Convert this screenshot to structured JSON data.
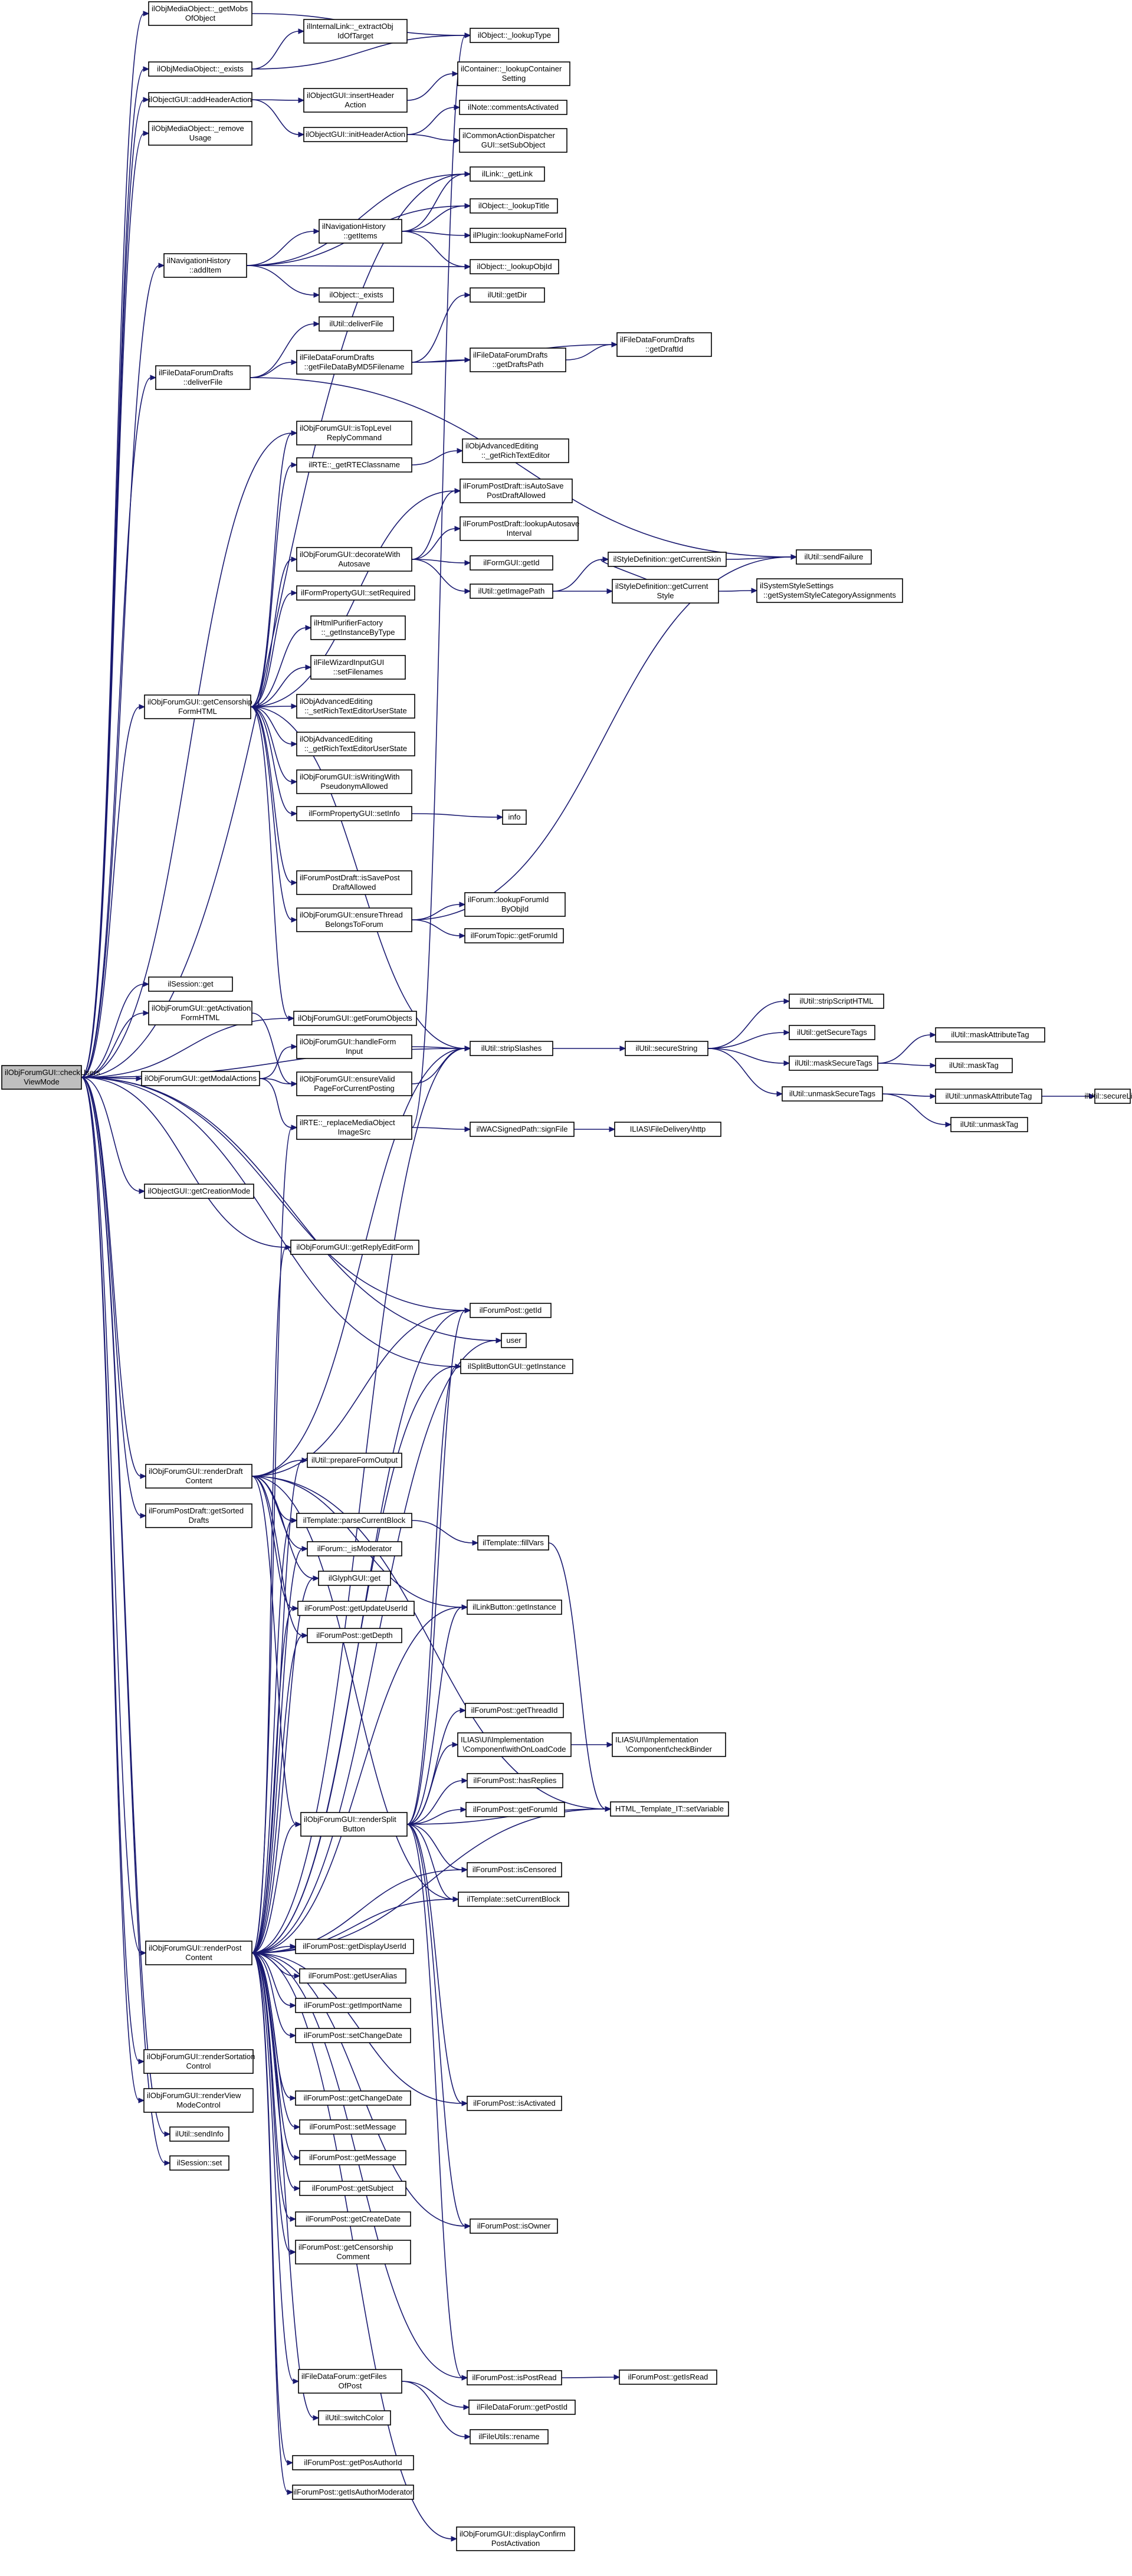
{
  "diagram": {
    "edge_color": "#191970",
    "node_border": "#000000",
    "root_fill": "#bfbfbf",
    "nodes": [
      {
        "id": "root",
        "lines": [
          "ilObjForumGUI::checkUsers",
          "ViewMode"
        ]
      },
      {
        "id": "n1",
        "lines": [
          "ilObjMediaObject::_getMobs",
          "OfObject"
        ]
      },
      {
        "id": "n2",
        "lines": [
          "ilObjMediaObject::_exists"
        ]
      },
      {
        "id": "n3",
        "lines": [
          "ilInternalLink::_extractObj",
          "IdOfTarget"
        ]
      },
      {
        "id": "n4",
        "lines": [
          "ilObject::_lookupType"
        ]
      },
      {
        "id": "n5",
        "lines": [
          "ilObjectGUI::addHeaderAction"
        ]
      },
      {
        "id": "n6",
        "lines": [
          "ilObjectGUI::insertHeader",
          "Action"
        ]
      },
      {
        "id": "n7",
        "lines": [
          "ilContainer::_lookupContainer",
          "Setting"
        ]
      },
      {
        "id": "n8",
        "lines": [
          "ilObjectGUI::initHeaderAction"
        ]
      },
      {
        "id": "n9",
        "lines": [
          "ilNote::commentsActivated"
        ]
      },
      {
        "id": "n10",
        "lines": [
          "ilCommonActionDispatcher",
          "GUI::setSubObject"
        ]
      },
      {
        "id": "n11",
        "lines": [
          "ilObjMediaObject::_remove",
          "Usage"
        ]
      },
      {
        "id": "n12",
        "lines": [
          "ilLink::_getLink"
        ]
      },
      {
        "id": "n13",
        "lines": [
          "ilObject::_lookupTitle"
        ]
      },
      {
        "id": "n14",
        "lines": [
          "ilNavigationHistory",
          "::getItems"
        ]
      },
      {
        "id": "n15",
        "lines": [
          "ilPlugin::lookupNameForId"
        ]
      },
      {
        "id": "n16",
        "lines": [
          "ilNavigationHistory",
          "::addItem"
        ]
      },
      {
        "id": "n17",
        "lines": [
          "ilObject::_lookupObjId"
        ]
      },
      {
        "id": "n18",
        "lines": [
          "ilObject::_exists"
        ]
      },
      {
        "id": "n19",
        "lines": [
          "ilUtil::deliverFile"
        ]
      },
      {
        "id": "n20",
        "lines": [
          "ilUtil::getDir"
        ]
      },
      {
        "id": "n21",
        "lines": [
          "ilFileDataForumDrafts",
          "::deliverFile"
        ]
      },
      {
        "id": "n22",
        "lines": [
          "ilFileDataForumDrafts",
          "::getFileDataByMD5Filename"
        ]
      },
      {
        "id": "n23",
        "lines": [
          "ilFileDataForumDrafts",
          "::getDraftId"
        ]
      },
      {
        "id": "n24",
        "lines": [
          "ilFileDataForumDrafts",
          "::getDraftsPath"
        ]
      },
      {
        "id": "n25",
        "lines": [
          "ilObjForumGUI::isTopLevel",
          "ReplyCommand"
        ]
      },
      {
        "id": "n26",
        "lines": [
          "ilObjAdvancedEditing",
          "::_getRichTextEditor"
        ]
      },
      {
        "id": "n27",
        "lines": [
          "ilRTE::_getRTEClassname"
        ]
      },
      {
        "id": "n28",
        "lines": [
          "ilForumPostDraft::isAutoSave",
          "PostDraftAllowed"
        ]
      },
      {
        "id": "n29",
        "lines": [
          "ilForumPostDraft::lookupAutosave",
          "Interval"
        ]
      },
      {
        "id": "n30",
        "lines": [
          "ilUtil::sendFailure"
        ]
      },
      {
        "id": "n31",
        "lines": [
          "ilObjForumGUI::decorateWith",
          "Autosave"
        ]
      },
      {
        "id": "n32",
        "lines": [
          "ilFormGUI::getId"
        ]
      },
      {
        "id": "n33",
        "lines": [
          "ilStyleDefinition::getCurrentSkin"
        ]
      },
      {
        "id": "n34",
        "lines": [
          "ilUtil::getImagePath"
        ]
      },
      {
        "id": "n35",
        "lines": [
          "ilStyleDefinition::getCurrent",
          "Style"
        ]
      },
      {
        "id": "n36",
        "lines": [
          "ilSystemStyleSettings",
          "::getSystemStyleCategoryAssignments"
        ]
      },
      {
        "id": "n37",
        "lines": [
          "ilFormPropertyGUI::setRequired"
        ]
      },
      {
        "id": "n38",
        "lines": [
          "ilHtmlPurifierFactory",
          "::_getInstanceByType"
        ]
      },
      {
        "id": "n39",
        "lines": [
          "ilFileWizardInputGUI",
          "::setFilenames"
        ]
      },
      {
        "id": "n40",
        "lines": [
          "ilObjForumGUI::getCensorship",
          "FormHTML"
        ]
      },
      {
        "id": "n41",
        "lines": [
          "ilObjAdvancedEditing",
          "::_setRichTextEditorUserState"
        ]
      },
      {
        "id": "n42",
        "lines": [
          "ilObjAdvancedEditing",
          "::_getRichTextEditorUserState"
        ]
      },
      {
        "id": "n43",
        "lines": [
          "ilObjForumGUI::isWritingWith",
          "PseudonymAllowed"
        ]
      },
      {
        "id": "n44",
        "lines": [
          "ilFormPropertyGUI::setInfo"
        ]
      },
      {
        "id": "n45",
        "lines": [
          "info"
        ]
      },
      {
        "id": "n46",
        "lines": [
          "ilForumPostDraft::isSavePost",
          "DraftAllowed"
        ]
      },
      {
        "id": "n47",
        "lines": [
          "ilForum::lookupForumId",
          "ByObjId"
        ]
      },
      {
        "id": "n48",
        "lines": [
          "ilObjForumGUI::ensureThread",
          "BelongsToForum"
        ]
      },
      {
        "id": "n49",
        "lines": [
          "ilForumTopic::getForumId"
        ]
      },
      {
        "id": "n50",
        "lines": [
          "ilSession::get"
        ]
      },
      {
        "id": "n51",
        "lines": [
          "ilUtil::stripScriptHTML"
        ]
      },
      {
        "id": "n52",
        "lines": [
          "ilObjForumGUI::getActivation",
          "FormHTML"
        ]
      },
      {
        "id": "n53",
        "lines": [
          "ilObjForumGUI::getForumObjects"
        ]
      },
      {
        "id": "n54",
        "lines": [
          "ilUtil::getSecureTags"
        ]
      },
      {
        "id": "n55",
        "lines": [
          "ilUtil::maskAttributeTag"
        ]
      },
      {
        "id": "n56",
        "lines": [
          "ilObjForumGUI::handleForm",
          "Input"
        ]
      },
      {
        "id": "n57",
        "lines": [
          "ilUtil::stripSlashes"
        ]
      },
      {
        "id": "n58",
        "lines": [
          "ilUtil::secureString"
        ]
      },
      {
        "id": "n59",
        "lines": [
          "ilUtil::maskSecureTags"
        ]
      },
      {
        "id": "n60",
        "lines": [
          "ilUtil::maskTag"
        ]
      },
      {
        "id": "n61",
        "lines": [
          "ilObjForumGUI::getModalActions"
        ]
      },
      {
        "id": "n62",
        "lines": [
          "ilObjForumGUI::ensureValid",
          "PageForCurrentPosting"
        ]
      },
      {
        "id": "n63",
        "lines": [
          "ilUtil::unmaskSecureTags"
        ]
      },
      {
        "id": "n64",
        "lines": [
          "ilUtil::unmaskAttributeTag"
        ]
      },
      {
        "id": "n65",
        "lines": [
          "ilUtil::secureLink"
        ]
      },
      {
        "id": "n66",
        "lines": [
          "ilRTE::_replaceMediaObject",
          "ImageSrc"
        ]
      },
      {
        "id": "n67",
        "lines": [
          "ilWACSignedPath::signFile"
        ]
      },
      {
        "id": "n68",
        "lines": [
          "ILIAS\\FileDelivery\\http"
        ]
      },
      {
        "id": "n69",
        "lines": [
          "ilUtil::unmaskTag"
        ]
      },
      {
        "id": "n70",
        "lines": [
          "ilObjectGUI::getCreationMode"
        ]
      },
      {
        "id": "n71",
        "lines": [
          "ilObjForumGUI::getReplyEditForm"
        ]
      },
      {
        "id": "n72",
        "lines": [
          "ilForumPost::getId"
        ]
      },
      {
        "id": "n73",
        "lines": [
          "user"
        ]
      },
      {
        "id": "n74",
        "lines": [
          "ilSplitButtonGUI::getInstance"
        ]
      },
      {
        "id": "n75",
        "lines": [
          "ilObjForumGUI::renderDraft",
          "Content"
        ]
      },
      {
        "id": "n76",
        "lines": [
          "ilUtil::prepareFormOutput"
        ]
      },
      {
        "id": "n77",
        "lines": [
          "ilForumPostDraft::getSorted",
          "Drafts"
        ]
      },
      {
        "id": "n78",
        "lines": [
          "ilTemplate::parseCurrentBlock"
        ]
      },
      {
        "id": "n79",
        "lines": [
          "ilTemplate::fillVars"
        ]
      },
      {
        "id": "n80",
        "lines": [
          "ilForum::_isModerator"
        ]
      },
      {
        "id": "n81",
        "lines": [
          "ilGlyphGUI::get"
        ]
      },
      {
        "id": "n82",
        "lines": [
          "ilForumPost::getUpdateUserId"
        ]
      },
      {
        "id": "n83",
        "lines": [
          "ilLinkButton::getInstance"
        ]
      },
      {
        "id": "n84",
        "lines": [
          "ilForumPost::getDepth"
        ]
      },
      {
        "id": "n85",
        "lines": [
          "ilForumPost::getThreadId"
        ]
      },
      {
        "id": "n86",
        "lines": [
          "ILIAS\\UI\\Implementation",
          "\\Component\\withOnLoadCode"
        ]
      },
      {
        "id": "n87",
        "lines": [
          "ILIAS\\UI\\Implementation",
          "\\Component\\checkBinder"
        ]
      },
      {
        "id": "n88",
        "lines": [
          "ilForumPost::hasReplies"
        ]
      },
      {
        "id": "n89",
        "lines": [
          "ilForumPost::getForumId"
        ]
      },
      {
        "id": "n90",
        "lines": [
          "HTML_Template_IT::setVariable"
        ]
      },
      {
        "id": "n91",
        "lines": [
          "ilObjForumGUI::renderSplit",
          "Button"
        ]
      },
      {
        "id": "n92",
        "lines": [
          "ilForumPost::isCensored"
        ]
      },
      {
        "id": "n93",
        "lines": [
          "ilTemplate::setCurrentBlock"
        ]
      },
      {
        "id": "n94",
        "lines": [
          "ilForumPost::getDisplayUserId"
        ]
      },
      {
        "id": "n95",
        "lines": [
          "ilForumPost::getUserAlias"
        ]
      },
      {
        "id": "n96",
        "lines": [
          "ilForumPost::getImportName"
        ]
      },
      {
        "id": "n97",
        "lines": [
          "ilObjForumGUI::renderPost",
          "Content"
        ]
      },
      {
        "id": "n98",
        "lines": [
          "ilForumPost::setChangeDate"
        ]
      },
      {
        "id": "n99",
        "lines": [
          "ilObjForumGUI::renderSortation",
          "Control"
        ]
      },
      {
        "id": "n100",
        "lines": [
          "ilForumPost::getChangeDate"
        ]
      },
      {
        "id": "n101",
        "lines": [
          "ilForumPost::isActivated"
        ]
      },
      {
        "id": "n102",
        "lines": [
          "ilObjForumGUI::renderView",
          "ModeControl"
        ]
      },
      {
        "id": "n103",
        "lines": [
          "ilForumPost::setMessage"
        ]
      },
      {
        "id": "n104",
        "lines": [
          "ilUtil::sendInfo"
        ]
      },
      {
        "id": "n105",
        "lines": [
          "ilForumPost::getMessage"
        ]
      },
      {
        "id": "n106",
        "lines": [
          "ilSession::set"
        ]
      },
      {
        "id": "n107",
        "lines": [
          "ilForumPost::getSubject"
        ]
      },
      {
        "id": "n108",
        "lines": [
          "ilForumPost::getCreateDate"
        ]
      },
      {
        "id": "n109",
        "lines": [
          "ilForumPost::isOwner"
        ]
      },
      {
        "id": "n110",
        "lines": [
          "ilForumPost::getCensorship",
          "Comment"
        ]
      },
      {
        "id": "n111",
        "lines": [
          "ilFileDataForum::getFiles",
          "OfPost"
        ]
      },
      {
        "id": "n112",
        "lines": [
          "ilForumPost::isPostRead"
        ]
      },
      {
        "id": "n113",
        "lines": [
          "ilForumPost::getIsRead"
        ]
      },
      {
        "id": "n114",
        "lines": [
          "ilFileDataForum::getPostId"
        ]
      },
      {
        "id": "n115",
        "lines": [
          "ilUtil::switchColor"
        ]
      },
      {
        "id": "n116",
        "lines": [
          "ilFileUtils::rename"
        ]
      },
      {
        "id": "n117",
        "lines": [
          "ilForumPost::getPosAuthorId"
        ]
      },
      {
        "id": "n118",
        "lines": [
          "ilForumPost::getIsAuthorModerator"
        ]
      },
      {
        "id": "n119",
        "lines": [
          "ilObjForumGUI::displayConfirm",
          "PostActivation"
        ]
      }
    ]
  }
}
